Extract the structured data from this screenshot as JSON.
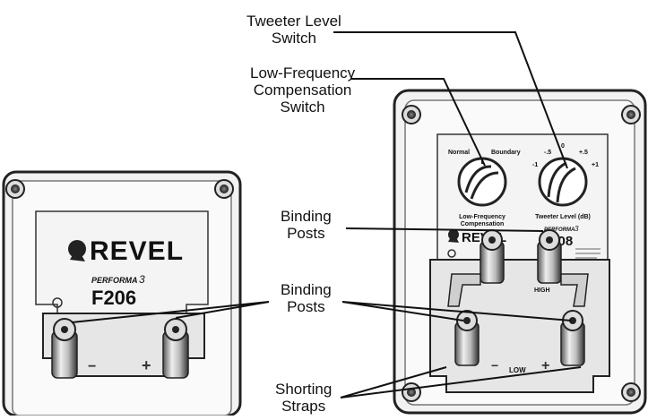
{
  "callouts": {
    "tweeter_level": [
      "Tweeter Level",
      "Switch"
    ],
    "lf_comp": [
      "Low-Frequency",
      "Compensation",
      "Switch"
    ],
    "binding_upper": [
      "Binding",
      "Posts"
    ],
    "binding_lower": [
      "Binding",
      "Posts"
    ],
    "shorting": [
      "Shorting",
      "Straps"
    ]
  },
  "left_panel": {
    "brand": "REVEL",
    "series": "PERFORMA",
    "series_mark": "3",
    "model": "F206",
    "minus": "−",
    "plus": "+"
  },
  "right_panel": {
    "brand": "REVEL",
    "series": "PERFORMA",
    "series_mark": "3",
    "model": "F208",
    "lf_labels": {
      "left": "Normal",
      "right": "Boundary",
      "caption_1": "Low-Frequency",
      "caption_2": "Compensation"
    },
    "tw_labels": {
      "m05": "-.5",
      "zero": "0",
      "p05": "+.5",
      "m1": "-1",
      "p1": "+1",
      "caption": "Tweeter Level (dB)"
    },
    "high": "HIGH",
    "low": "LOW",
    "minus": "−",
    "plus": "+"
  }
}
